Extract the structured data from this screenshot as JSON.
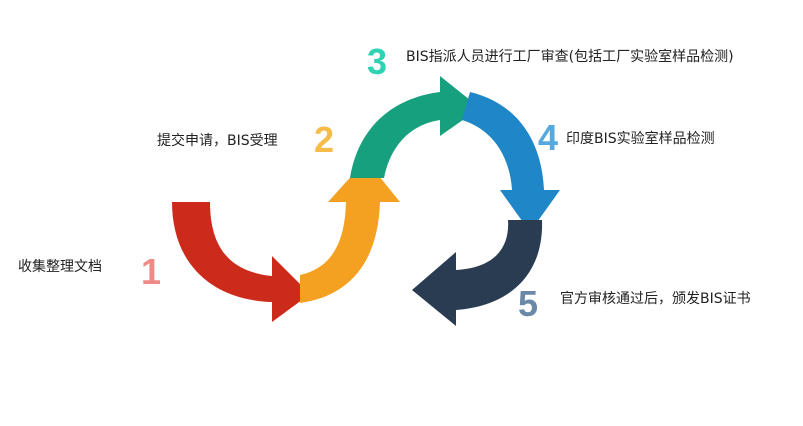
{
  "colors": {
    "step1": "#cc2a1a",
    "step2": "#f4a020",
    "step3": "#17a07e",
    "step4": "#1f86c7",
    "step5": "#293c52",
    "num1": "#f08a86",
    "num2": "#f6bc4a",
    "num3": "#2ed3b4",
    "num4": "#56a9dd",
    "num5": "#6a88a8"
  },
  "steps": [
    {
      "number": "1",
      "label": "收集整理文档"
    },
    {
      "number": "2",
      "label": "提交申请，BIS受理"
    },
    {
      "number": "3",
      "label": "BIS指派人员进行工厂审查(包括工厂实验室样品检测)"
    },
    {
      "number": "4",
      "label": "印度BIS实验室样品检测"
    },
    {
      "number": "5",
      "label": "官方审核通过后，颁发BIS证书"
    }
  ]
}
